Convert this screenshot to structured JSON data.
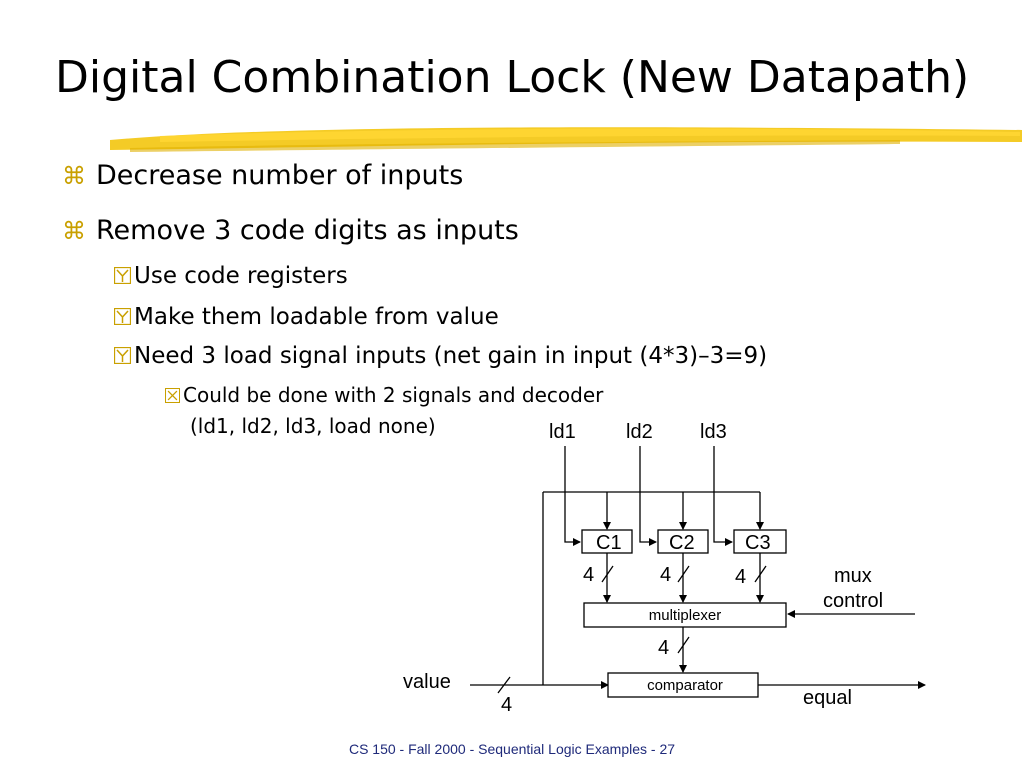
{
  "slide": {
    "title": "Digital Combination Lock (New Datapath)",
    "bullets": [
      {
        "text": "Decrease number of inputs"
      },
      {
        "text": "Remove 3 code digits as inputs"
      }
    ],
    "sub_bullets": [
      {
        "text": "Use code registers"
      },
      {
        "text": "Make them loadable from value"
      },
      {
        "text": "Need 3 load signal inputs (net gain in input (4*3)–3=9)"
      }
    ],
    "subsub_bullet": {
      "line1": "Could be done with 2 signals and decoder",
      "line2": "(ld1, ld2, ld3, load none)"
    },
    "footer": "CS 150 - Fall 2000 - Sequential Logic Examples - 27"
  },
  "diagram": {
    "load_signals": [
      "ld1",
      "ld2",
      "ld3"
    ],
    "registers": [
      "C1",
      "C2",
      "C3"
    ],
    "bus_widths": [
      "4",
      "4",
      "4",
      "4",
      "4"
    ],
    "multiplexer": "multiplexer",
    "comparator": "comparator",
    "mux_control": [
      "mux",
      "control"
    ],
    "value_label": "value",
    "output_label": "equal"
  },
  "colors": {
    "brush_highlight": "#f2c200",
    "bullet_accent": "#c9a000",
    "footer_text": "#1f2a7a"
  }
}
